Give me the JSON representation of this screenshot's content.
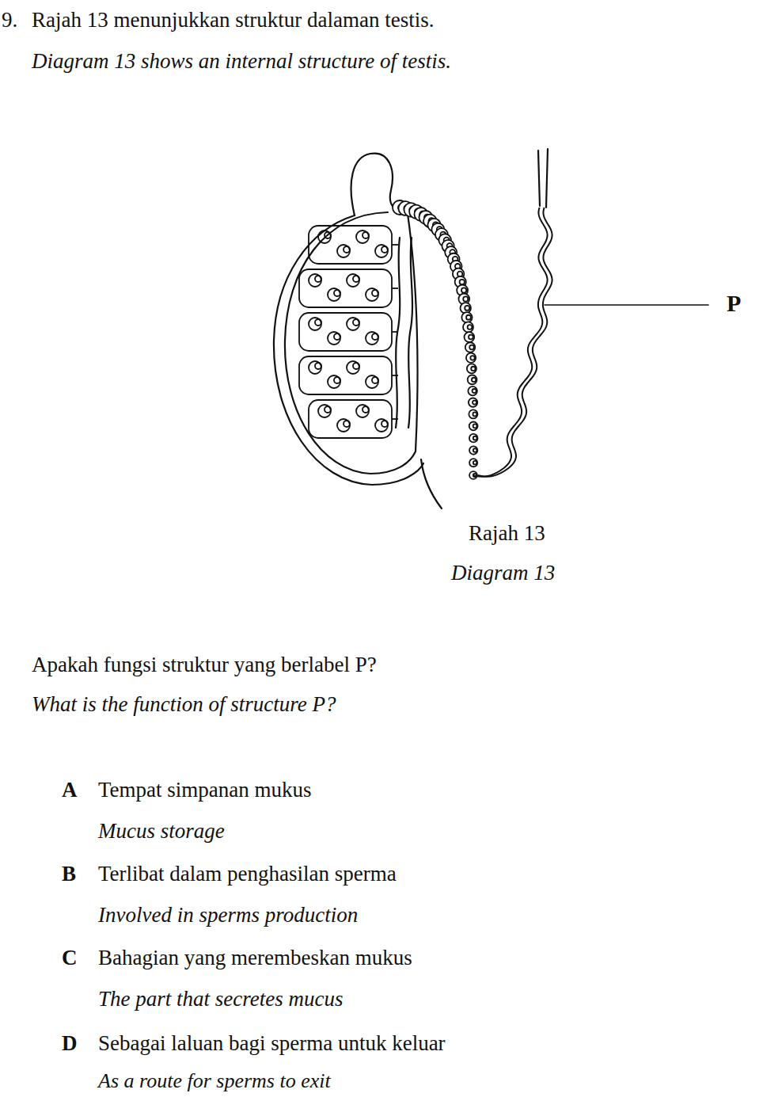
{
  "diagram": {
    "labels": [
      "9.",
      "Rajah 13 menunjukkan struktur dalaman testis.",
      "Diagram 13 shows an internal structure of testis.",
      "P",
      "Rajah 13",
      "Diagram 13",
      "Apakah fungsi struktur yang berlabel P?",
      "What is the function of structure P?",
      "A",
      "Tempat simpanan mukus",
      "Mucus storage",
      "B",
      "Terlibat dalam penghasilan sperma",
      "Involved in sperms production",
      "C",
      "Bahagian yang merembeskan mukus",
      "The part that secretes mucus",
      "D",
      "Sebagai laluan bagi sperma untuk keluar",
      "As a route for sperms to exit"
    ]
  }
}
